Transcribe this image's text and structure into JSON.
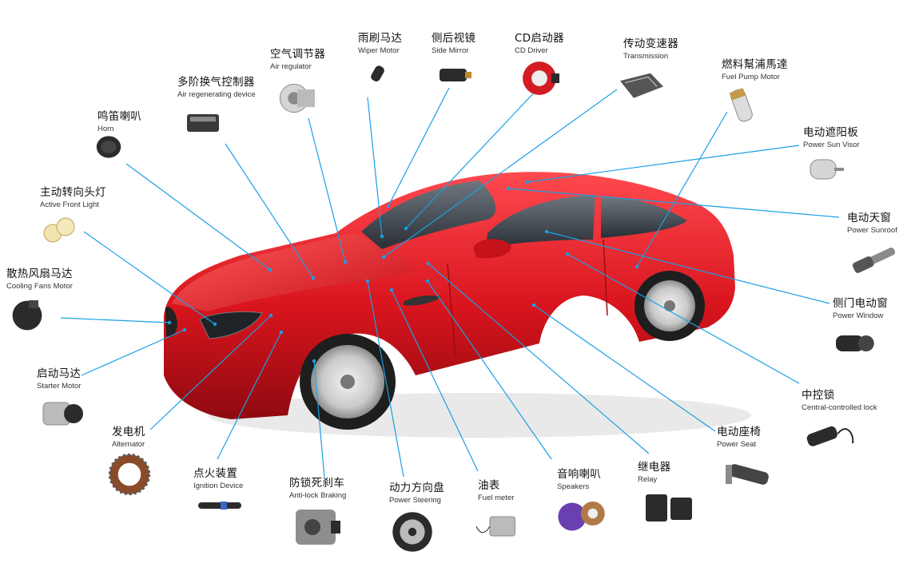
{
  "accent_line_color": "#1aa0e6",
  "car_color": "#e0202a",
  "components": [
    {
      "id": "horn",
      "zh": "鸣笛喇叭",
      "en": "Horn",
      "icon": "horn-icon"
    },
    {
      "id": "air-regenerating-device",
      "zh": "多阶换气控制器",
      "en": "Air regenerating device",
      "icon": "controller-box-icon"
    },
    {
      "id": "air-regulator",
      "zh": "空气调节器",
      "en": "Air regulator",
      "icon": "ac-compressor-icon"
    },
    {
      "id": "wiper-motor",
      "zh": "雨刷马达",
      "en": "Wiper Motor",
      "icon": "wiper-motor-icon"
    },
    {
      "id": "side-mirror",
      "zh": "侧后视镜",
      "en": "Side Mirror",
      "icon": "mirror-motor-icon"
    },
    {
      "id": "cd-driver",
      "zh": "CD启动器",
      "en": "CD Driver",
      "icon": "cd-driver-icon"
    },
    {
      "id": "transmission",
      "zh": "传动变速器",
      "en": "Transmission",
      "icon": "transmission-icon"
    },
    {
      "id": "fuel-pump-motor",
      "zh": "燃料幫浦馬達",
      "en": "Fuel Pump Motor",
      "icon": "fuel-pump-icon"
    },
    {
      "id": "power-sun-visor",
      "zh": "电动遮阳板",
      "en": "Power Sun Visor",
      "icon": "dc-motor-icon"
    },
    {
      "id": "power-sunroof",
      "zh": "电动天窗",
      "en": "Power Sunroof",
      "icon": "linear-actuator-icon"
    },
    {
      "id": "power-window",
      "zh": "侧门电动窗",
      "en": "Power Window",
      "icon": "window-motor-icon"
    },
    {
      "id": "central-lock",
      "zh": "中控锁",
      "en": "Central-controlled lock",
      "icon": "lock-actuator-icon"
    },
    {
      "id": "power-seat",
      "zh": "电动座椅",
      "en": "Power Seat",
      "icon": "seat-motor-icon"
    },
    {
      "id": "relay",
      "zh": "继电器",
      "en": "Relay",
      "icon": "relay-icon"
    },
    {
      "id": "speakers",
      "zh": "音响喇叭",
      "en": "Speakers",
      "icon": "speaker-icon"
    },
    {
      "id": "fuel-meter",
      "zh": "油表",
      "en": "Fuel meter",
      "icon": "fuel-meter-icon"
    },
    {
      "id": "power-steering",
      "zh": "动力方向盘",
      "en": "Power Steering",
      "icon": "pulley-icon"
    },
    {
      "id": "anti-lock-braking",
      "zh": "防锁死刹车",
      "en": "Anti-lock Braking",
      "icon": "abs-module-icon"
    },
    {
      "id": "ignition-device",
      "zh": "点火装置",
      "en": "Ignition Device",
      "icon": "ignition-coil-icon"
    },
    {
      "id": "alternator",
      "zh": "发电机",
      "en": "Alternator",
      "icon": "stator-icon"
    },
    {
      "id": "starter-motor",
      "zh": "启动马达",
      "en": "Starter Motor",
      "icon": "starter-icon"
    },
    {
      "id": "cooling-fans-motor",
      "zh": "散热风扇马达",
      "en": "Cooling Fans Motor",
      "icon": "fan-motor-icon"
    },
    {
      "id": "active-front-light",
      "zh": "主动转向头灯",
      "en": "Active Front Light",
      "icon": "led-bulb-icon"
    }
  ]
}
